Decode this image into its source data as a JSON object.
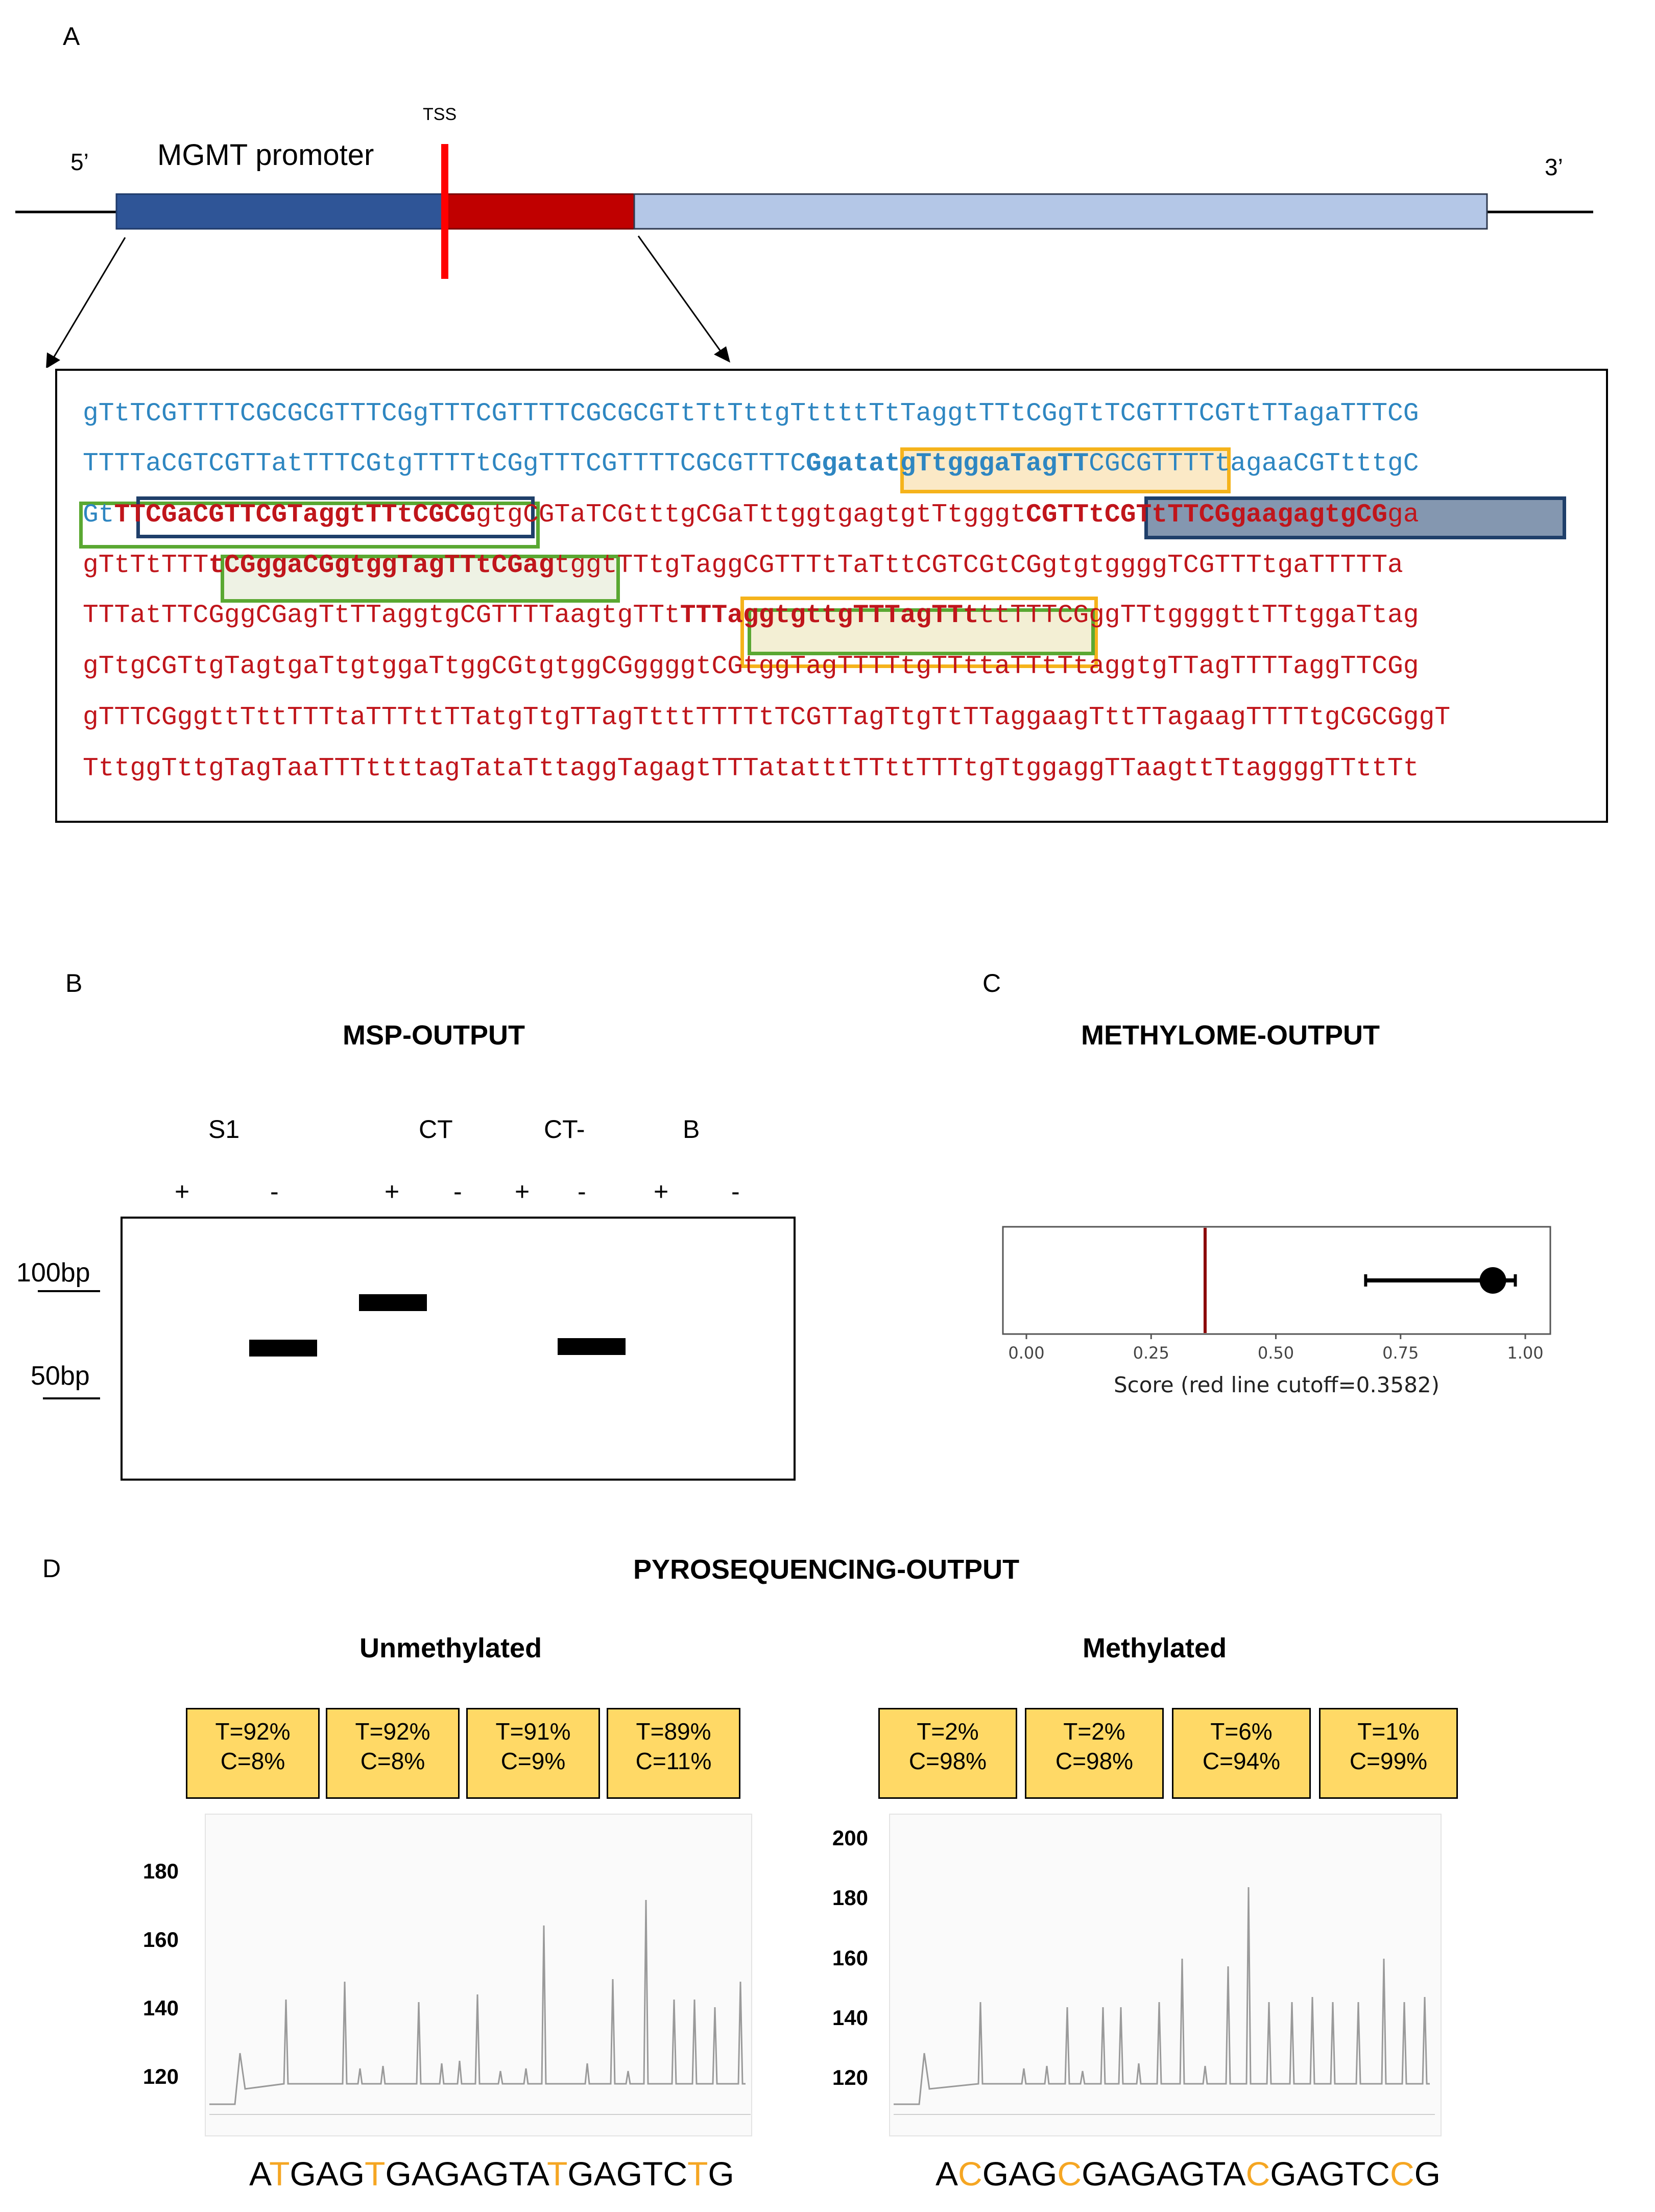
{
  "panelA": {
    "letter": "A",
    "tss": "TSS",
    "five_prime": "5’",
    "three_prime": "3’",
    "promoter_label": "MGMT promoter",
    "colors": {
      "promoter": "#2f5597",
      "tss_line": "#ff0000",
      "exon_red": "#c00000",
      "exon_light": "#b4c7e7"
    },
    "sequence": [
      [
        {
          "t": "gTtTCGTTTTCGCGCGTTTCGgTTTCGTTTTCGCGCGTtTtTttgTttttTtTaggtTTtCGgTtTCGTTTCGTtTTagaTTTCG",
          "c": "blue"
        }
      ],
      [
        {
          "t": "TTTTaCGTCGTTatTTTCGtgTTTTtCGgTTTCGTTTTCGCGTTTC",
          "c": "blue"
        },
        {
          "t": "GgatatgTtgggaTagTT",
          "c": "blue",
          "b": true
        },
        {
          "t": "CGCGTTTTtagaaCGTtttgC",
          "c": "blue"
        }
      ],
      [
        {
          "t": "Gt",
          "c": "blue"
        },
        {
          "t": "TTCGaCGTTCGTaggtTTtCGCG",
          "c": "red",
          "b": true
        },
        {
          "t": "gtgCGTaTCGtttgCGaTttggtgagtgtTtgggt",
          "c": "red"
        },
        {
          "t": "CGTTtCGTtTTCGgaagagtgCG",
          "c": "red",
          "b": true
        },
        {
          "t": "ga",
          "c": "red"
        }
      ],
      [
        {
          "t": "gTtTtTTT",
          "c": "red"
        },
        {
          "t": "tCGggaCGgtggTagTTtCGag",
          "c": "red",
          "b": true
        },
        {
          "t": "tggtTTtgTaggCGTTTtTaTttCGTCGtCGgtgtggggTCGTTTtgaTTTTTa",
          "c": "red"
        }
      ],
      [
        {
          "t": "TTTatTTCGggCGagTtTTaggtgCGTTTTaagtgTTt",
          "c": "red"
        },
        {
          "t": "TTTaggtgttgTTTagTTt",
          "c": "red",
          "b": true
        },
        {
          "t": "ttTTTCGggTTtggggttTTtggaTtag",
          "c": "red"
        }
      ],
      [
        {
          "t": "gTtgCGTtgTagtgaTtgtggaTtggCGtgtggCGggggtCGtggTagTTTTtgTTttaTTtTtaggtgTTagTTTTaggTTCGg",
          "c": "red"
        }
      ],
      [
        {
          "t": "gTTTCGggttTttTTTtaTTTttTTatgTtgTTagTtttTTTTtTCGTTagTtgTtTTaggaagTttTTagaagTTTTtgCGCGggT",
          "c": "red"
        }
      ],
      [
        {
          "t": "TttggTttgTagTaaTTTttttagTataTttaggTagagtTTTatatttTTttTTTtgTtggaggTTaagttTtaggggTTttTt",
          "c": "red"
        }
      ]
    ]
  },
  "panelB": {
    "letter": "B",
    "title": "MSP-OUTPUT",
    "groups": [
      "S1",
      "CT",
      "CT-",
      "B"
    ],
    "lane_signs": [
      "+",
      "-",
      "+",
      "-",
      "+",
      "-",
      "+",
      "-"
    ],
    "markers": [
      "100bp",
      "50bp"
    ]
  },
  "panelC": {
    "letter": "C",
    "title": "METHYLOME-OUTPUT",
    "xlabel": "Score (red line cutoff=0.3582)",
    "ticks": [
      "0.00",
      "0.25",
      "0.50",
      "0.75",
      "1.00"
    ],
    "cutoff": 0.3582,
    "point": 0.935,
    "interval": [
      0.68,
      0.98
    ],
    "cutoff_color": "#8b0000"
  },
  "panelD": {
    "letter": "D",
    "title": "PYROSEQUENCING-OUTPUT",
    "unmethylated": {
      "title": "Unmethylated",
      "boxes": [
        [
          "T=92%",
          "C=8%"
        ],
        [
          "T=92%",
          "C=8%"
        ],
        [
          "T=91%",
          "C=9%"
        ],
        [
          "T=89%",
          "C=11%"
        ]
      ],
      "yticks": [
        "180",
        "160",
        "140",
        "120"
      ],
      "sequence": [
        {
          "t": "A",
          "o": false
        },
        {
          "t": "T",
          "o": true
        },
        {
          "t": "GAG",
          "o": false
        },
        {
          "t": "T",
          "o": true
        },
        {
          "t": "GAGAGTA",
          "o": false
        },
        {
          "t": "T",
          "o": true
        },
        {
          "t": "GAGTC",
          "o": false
        },
        {
          "t": "T",
          "o": true
        },
        {
          "t": "G",
          "o": false
        }
      ]
    },
    "methylated": {
      "title": "Methylated",
      "boxes": [
        [
          "T=2%",
          "C=98%"
        ],
        [
          "T=2%",
          "C=98%"
        ],
        [
          "T=6%",
          "C=94%"
        ],
        [
          "T=1%",
          "C=99%"
        ]
      ],
      "yticks": [
        "200",
        "180",
        "160",
        "140",
        "120"
      ],
      "sequence": [
        {
          "t": "A",
          "o": false
        },
        {
          "t": "C",
          "o": true
        },
        {
          "t": "GAG",
          "o": false
        },
        {
          "t": "C",
          "o": true
        },
        {
          "t": "GAGAGTA",
          "o": false
        },
        {
          "t": "C",
          "o": true
        },
        {
          "t": "GAGTC",
          "o": false
        },
        {
          "t": "C",
          "o": true
        },
        {
          "t": "G",
          "o": false
        }
      ]
    },
    "highlight_color": "#f5a623"
  }
}
